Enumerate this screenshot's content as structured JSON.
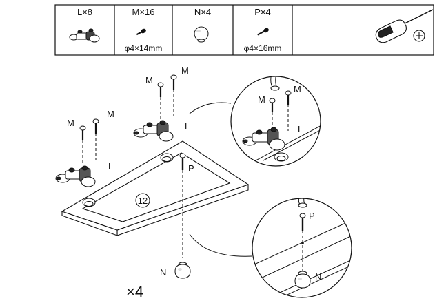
{
  "parts_table": [
    {
      "label": "L×8",
      "spec": "",
      "icon": "hinge-icon"
    },
    {
      "label": "M×16",
      "spec": "φ4×14mm",
      "icon": "screw-icon"
    },
    {
      "label": "N×4",
      "spec": "",
      "icon": "foot-icon"
    },
    {
      "label": "P×4",
      "spec": "φ4×16mm",
      "icon": "screw-icon"
    }
  ],
  "tool": {
    "icon": "phillips-screwdriver-icon"
  },
  "callouts": {
    "m": "M",
    "l": "L",
    "p": "P",
    "n": "N"
  },
  "step_number": "12",
  "quantity": "×4"
}
